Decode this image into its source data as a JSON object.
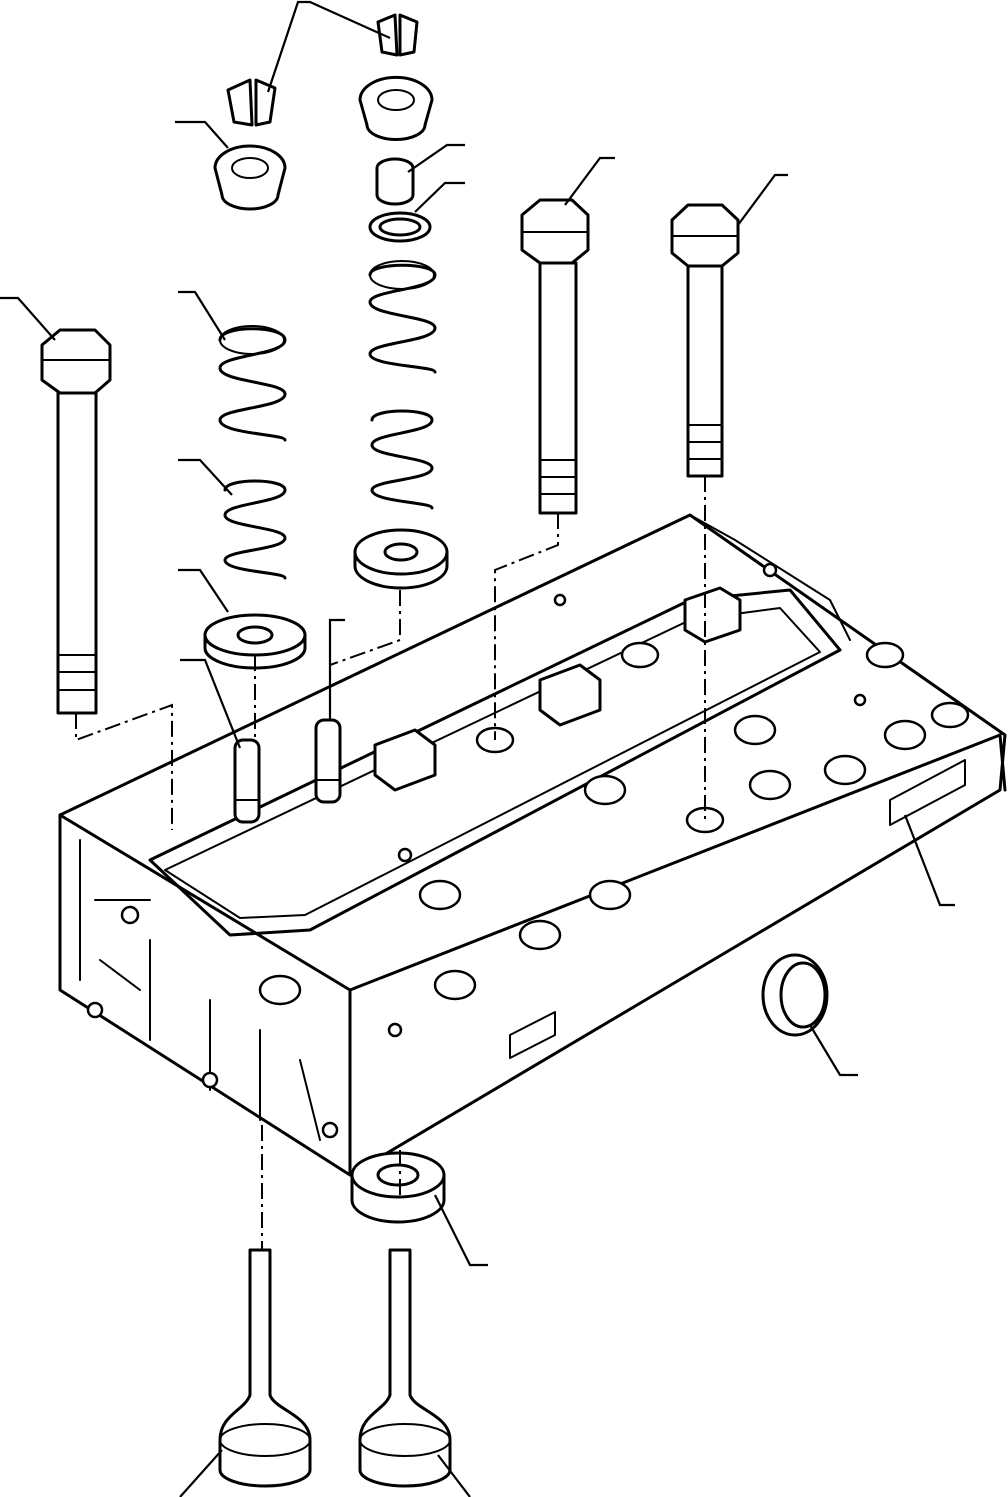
{
  "diagram": {
    "subject": "cylinder-head-exploded-view",
    "colors": {
      "line": "#000000",
      "background": "#ffffff"
    },
    "parts": [
      "valve-collet-pair",
      "spring-retainer",
      "valve-stem-cap",
      "valve-stem-seal-ring",
      "outer-valve-spring",
      "inner-valve-spring",
      "spring-seat-washer",
      "valve-guide",
      "cylinder-head-bolt",
      "cylinder-head",
      "plug",
      "expansion-plug",
      "valve-seat-insert",
      "intake-valve",
      "exhaust-valve"
    ]
  }
}
